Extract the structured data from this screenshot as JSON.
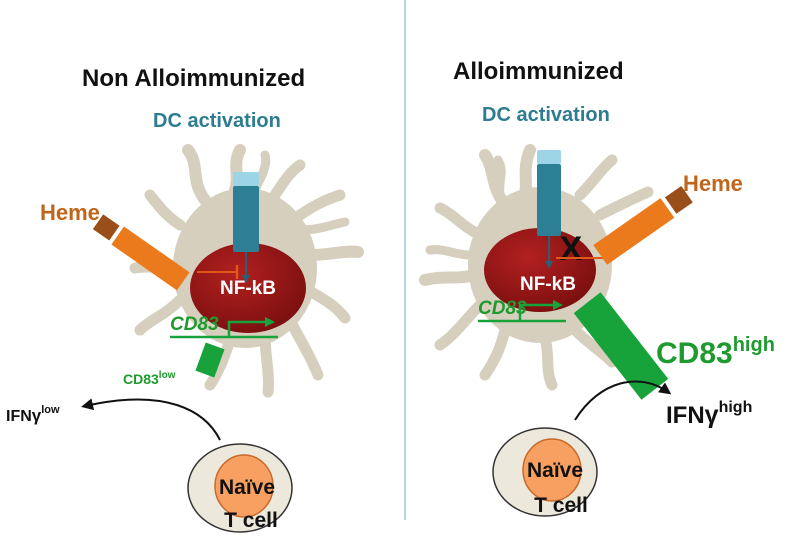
{
  "colors": {
    "dc_body": "#d6cfbd",
    "nucleus": "#8e1414",
    "receptor": "#2d7f95",
    "receptor_cap": "#9ed5e6",
    "heme_outer": "#eb7a1c",
    "heme_inner": "#9a4f1a",
    "cd83": "#18a23a",
    "cd83_text": "#1e9a2e",
    "inhibit": "#e0571a",
    "title_blue": "#2e7c8f",
    "heme_text": "#c0651c",
    "t_outer": "#ece8dc",
    "t_inner": "#f8a062",
    "divider": "#a9c6dd"
  },
  "panels": {
    "left": {
      "title": "Non Alloimmunized",
      "subtitle": "DC activation",
      "heme_label": "Heme",
      "nucleus_label": "NF-kB",
      "gene_label": "CD83",
      "cd83_label": "CD83",
      "cd83_sup": "low",
      "ifn_label": "IFN",
      "ifn_gamma": "γ",
      "ifn_sup": "low",
      "tcell_line1": "Naïve",
      "tcell_line2": "T cell"
    },
    "right": {
      "title": "Alloimmunized",
      "subtitle": "DC activation",
      "heme_label": "Heme",
      "nucleus_label": "NF-kB",
      "gene_label": "CD83",
      "cd83_label": "CD83",
      "cd83_sup": "high",
      "ifn_label": "IFN",
      "ifn_gamma": "γ",
      "ifn_sup": "high",
      "block_mark": "X",
      "tcell_line1": "Naïve",
      "tcell_line2": "T cell"
    }
  }
}
